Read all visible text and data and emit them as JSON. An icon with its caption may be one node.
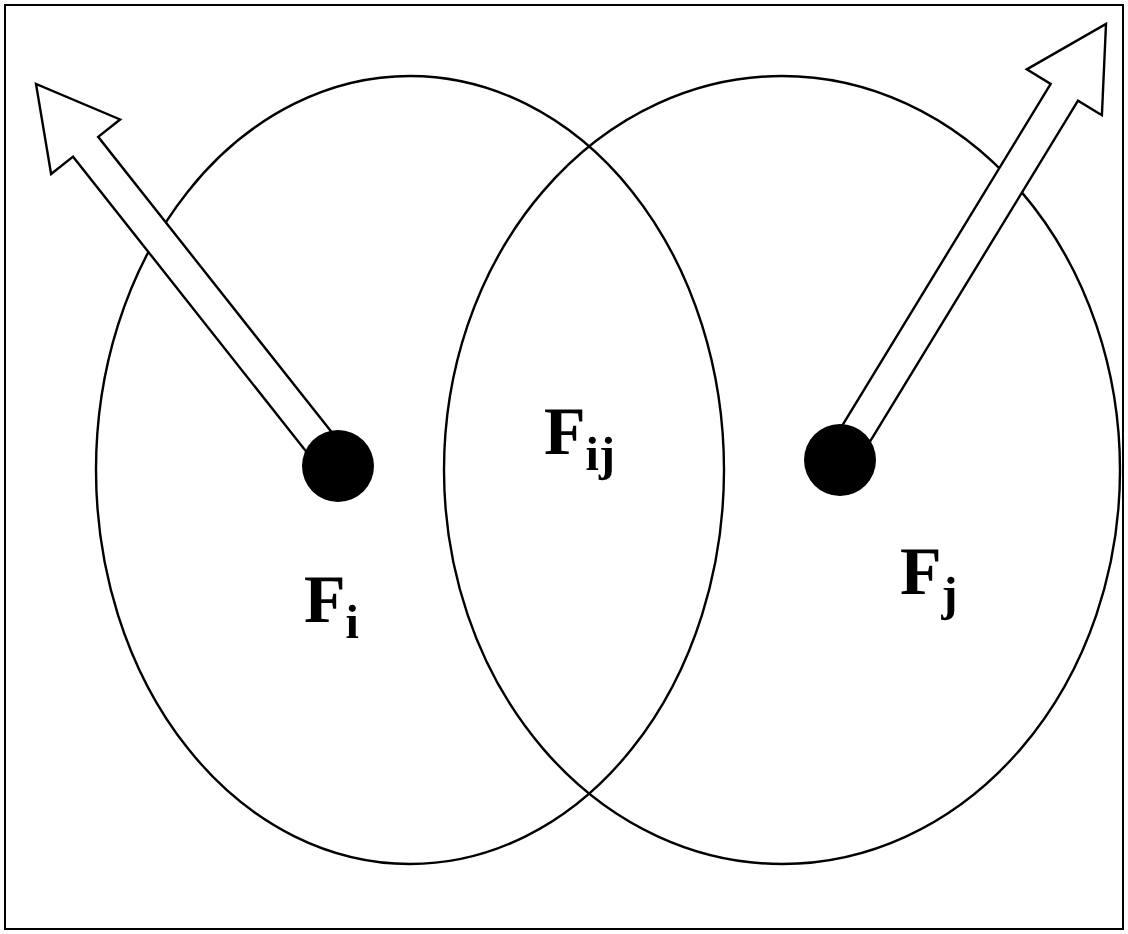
{
  "diagram": {
    "nodes": [
      {
        "text": [
          "F$_{i}$"
        ]
      },
      {
        "text": [
          "F$_{j}$"
        ]
      }
    ],
    "labels": [
      "F$_{ij}$"
    ]
  }
}
